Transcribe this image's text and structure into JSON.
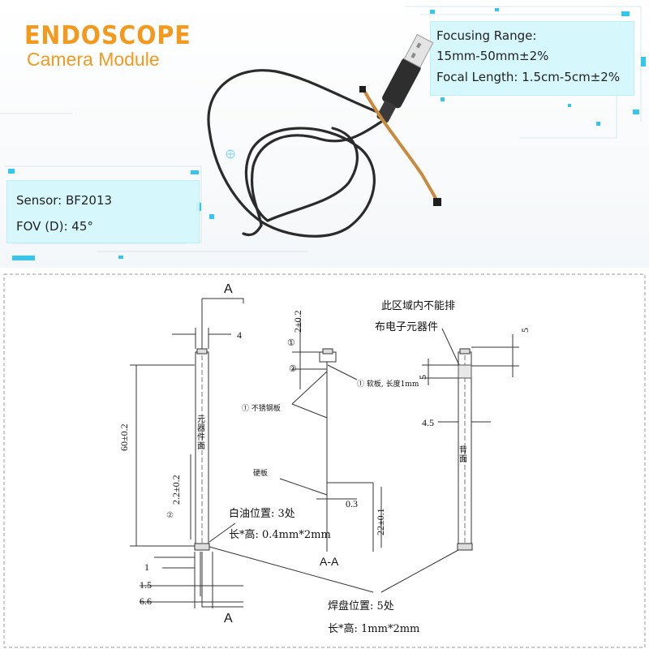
{
  "header": {
    "brand_line1": "ENDOSCOPE",
    "brand_line2": "Camera Module"
  },
  "specs_right": {
    "focusing_range_label": "Focusing Range:",
    "focusing_range_value": "15mm-50mm±2%",
    "focal_length": "Focal Length: 1.5cm-5cm±2%"
  },
  "specs_left": {
    "sensor": "Sensor: BF2013",
    "fov": "FOV (D): 45°"
  },
  "drawing": {
    "section_top": "A",
    "section_bottom": "A",
    "section_view": "A-A",
    "dim_width": "4",
    "dim_length": "60±0.2",
    "dim_offset": "2.2±0.2",
    "dim_1": "1",
    "dim_1_5": "1.5",
    "dim_6_6": "6.6",
    "dim_head": "2±0.2",
    "dim_0_3": "0.3",
    "dim_22": "22±0.1",
    "dim_4_5": "4.5",
    "dim_5_top": "5",
    "dim_5_side": "5",
    "label_component_side": "元器件面",
    "label_back_side": "背面",
    "label_stainless": "① 不锈钢板",
    "label_hard_board": "硬板",
    "label_soft_board": "① 软板, 长度1mm",
    "circle_1": "①",
    "circle_2": "②",
    "no_parts_line1": "此区域内不能排",
    "no_parts_line2": "布电子元器件",
    "white_oil_pos": "白油位置: 3处",
    "white_oil_size": "长*高: 0.4mm*2mm",
    "pad_pos": "焊盘位置: 5处",
    "pad_size": "长*高: 1mm*2mm"
  }
}
